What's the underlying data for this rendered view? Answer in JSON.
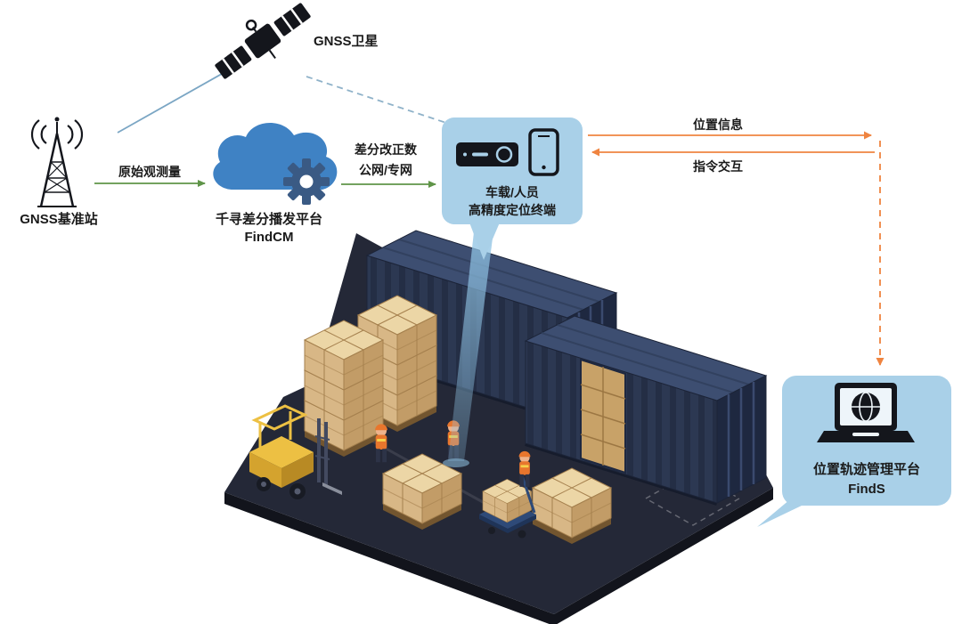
{
  "nodes": {
    "satellite": {
      "label": "GNSS卫星"
    },
    "base_station": {
      "label": "GNSS基准站"
    },
    "cloud_platform": {
      "name": "千寻差分播发平台",
      "product": "FindCM"
    },
    "terminal": {
      "line1": "车载/人员",
      "line2": "高精度定位终端"
    },
    "management_platform": {
      "name": "位置轨迹管理平台",
      "product": "FindS"
    }
  },
  "edges": {
    "raw_observation": {
      "label": "原始观测量"
    },
    "corrections": {
      "line1": "差分改正数",
      "line2": "公网/专网"
    },
    "position_info": {
      "label": "位置信息"
    },
    "command_interaction": {
      "label": "指令交互"
    }
  },
  "colors": {
    "panel_blue": "#a9d0e8",
    "cloud_blue": "#3f82c4",
    "gear_blue": "#3a5a84",
    "arrow_green": "#5f9448",
    "arrow_orange": "#ef8440",
    "link_blue": "#7ba6c4",
    "icon_black": "#14161c",
    "ground_dark": "#242837",
    "container_navy": "#2c3852",
    "carton_tan": "#d8b786"
  }
}
